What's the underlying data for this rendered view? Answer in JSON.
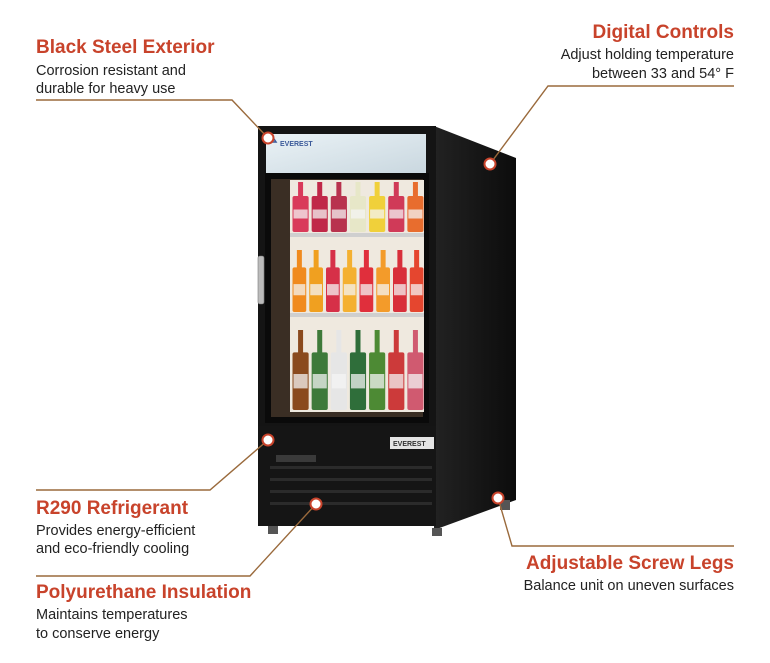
{
  "callouts": {
    "black_steel": {
      "title": "Black Steel Exterior",
      "line1": "Corrosion resistant and",
      "line2": "durable for heavy use"
    },
    "digital_controls": {
      "title": "Digital Controls",
      "line1": "Adjust holding temperature",
      "line2": "between 33 and 54° F"
    },
    "r290": {
      "title": "R290 Refrigerant",
      "line1": "Provides energy-efficient",
      "line2": "and eco-friendly cooling"
    },
    "insulation": {
      "title": "Polyurethane Insulation",
      "line1": "Maintains temperatures",
      "line2": "to conserve energy"
    },
    "screw_legs": {
      "title": "Adjustable Screw Legs",
      "line1": "Balance unit on uneven surfaces"
    }
  },
  "product": {
    "brand": "EVEREST"
  },
  "colors": {
    "accent": "#c8432b",
    "leader": "#9a6a3c",
    "cabinet": "#161616"
  }
}
